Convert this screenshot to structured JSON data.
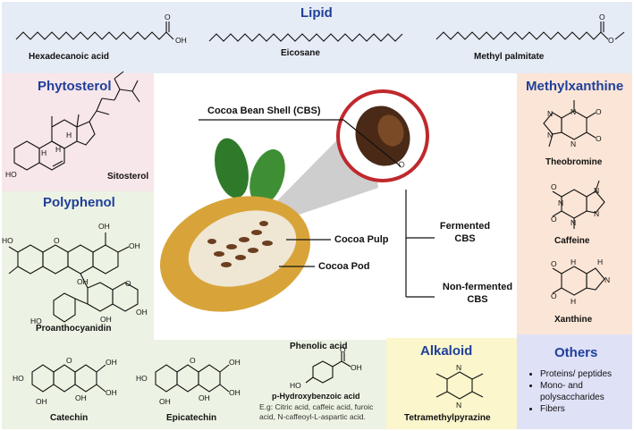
{
  "colors": {
    "lipid_bg": "#e6ecf5",
    "phytosterol_bg": "#f7e6ea",
    "polyphenol_bg": "#edf3e4",
    "methylxanthine_bg": "#fbe5d6",
    "alkaloid_bg": "#fbf6cc",
    "others_bg": "#dfe1f7",
    "title_color": "#1f3f9a",
    "ring_red": "#c0282d"
  },
  "lipid": {
    "title": "Lipid",
    "compounds": [
      "Hexadecanoic acid",
      "Eicosane",
      "Methyl palmitate"
    ],
    "atom_oh": "OH",
    "atom_o": "O"
  },
  "phytosterol": {
    "title": "Phytosterol",
    "compound": "Sitosterol",
    "atom_ho": "HO",
    "atom_h": "H"
  },
  "polyphenol": {
    "title": "Polyphenol",
    "compounds": [
      "Proanthocyanidin",
      "Catechin",
      "Epicatechin"
    ],
    "atom_oh": "OH",
    "atom_ho": "HO",
    "atom_o": "O"
  },
  "phenolic": {
    "title": "Phenolic acid",
    "compound": "p-Hydroxybenzoic acid",
    "examples": "E.g: Citric acid, caffeic acid, furoic acid, N-caffeoyl-L-aspartic acid.",
    "atom_oh": "OH",
    "atom_ho": "HO",
    "atom_o": "O"
  },
  "center": {
    "cbs_label": "Cocoa Bean Shell (CBS)",
    "pulp_label": "Cocoa Pulp",
    "pod_label": "Cocoa Pod",
    "fermented": "Fermented CBS",
    "nonfermented": "Non-fermented CBS"
  },
  "methylxanthine": {
    "title": "Methylxanthine",
    "compounds": [
      "Theobromine",
      "Caffeine",
      "Xanthine"
    ],
    "atom_n": "N",
    "atom_o": "O",
    "atom_h": "H"
  },
  "alkaloid": {
    "title": "Alkaloid",
    "compound": "Tetramethylpyrazine",
    "atom_n": "N"
  },
  "others": {
    "title": "Others",
    "items": [
      "Proteins/ peptides",
      "Mono- and polysaccharides",
      "Fibers"
    ]
  }
}
